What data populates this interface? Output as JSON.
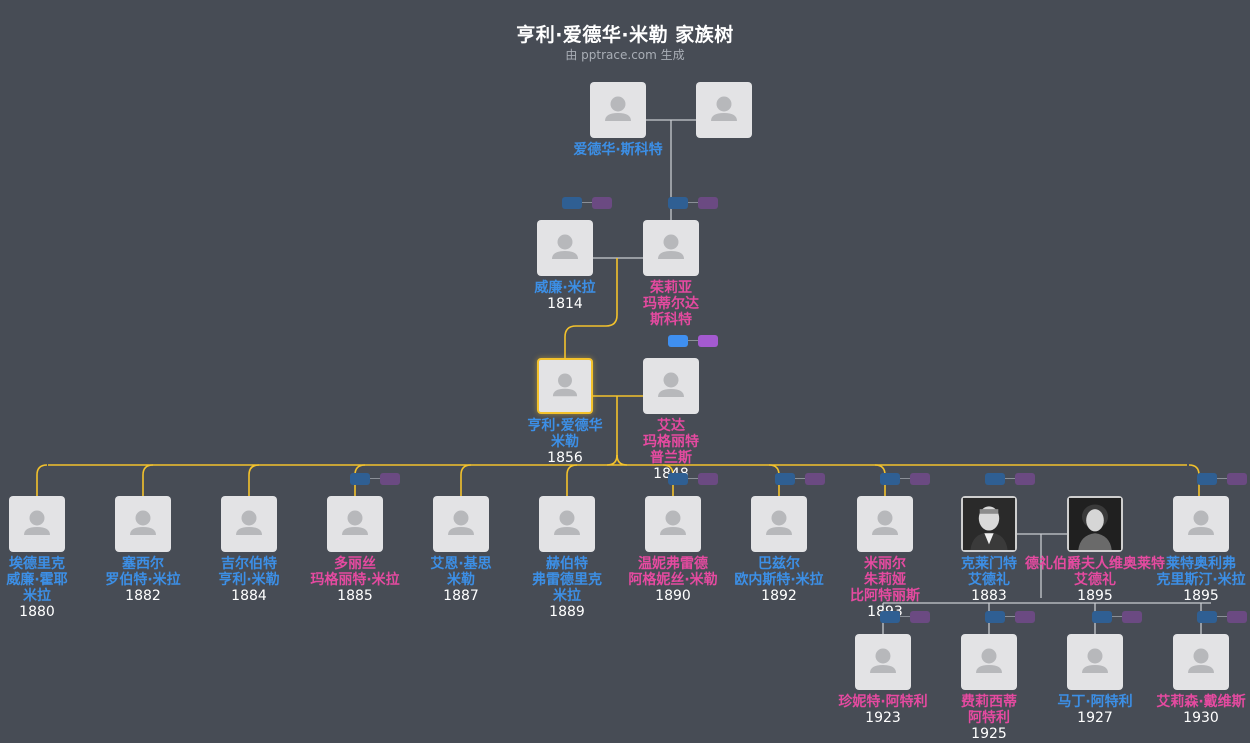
{
  "header": {
    "title": "亨利·爱德华·米勒 家族树",
    "subtitle": "由 pptrace.com 生成"
  },
  "colors": {
    "background": "#474c55",
    "male": "#3c8fe6",
    "female": "#e54aa0",
    "highlight_line": "#f3c22c",
    "line": "#c8cbd0"
  },
  "people": [
    {
      "id": "p1",
      "name": "爱德华·斯科特",
      "year": "",
      "gender": "m"
    },
    {
      "id": "p2",
      "name": "",
      "year": "",
      "gender": "f"
    },
    {
      "id": "p3",
      "name": "威廉·米拉",
      "year": "1814",
      "gender": "m"
    },
    {
      "id": "p4",
      "name": "茱莉亚\n玛蒂尔达\n斯科特",
      "year": "",
      "gender": "f"
    },
    {
      "id": "p5",
      "name": "亨利·爱德华\n米勒",
      "year": "1856",
      "gender": "m"
    },
    {
      "id": "p6",
      "name": "艾达\n玛格丽特\n普兰斯",
      "year": "1848",
      "gender": "f"
    },
    {
      "id": "c1",
      "name": "埃德里克\n威廉·霍耶\n米拉",
      "year": "1880",
      "gender": "m"
    },
    {
      "id": "c2",
      "name": "塞西尔\n罗伯特·米拉",
      "year": "1882",
      "gender": "m"
    },
    {
      "id": "c3",
      "name": "吉尔伯特\n亨利·米勒",
      "year": "1884",
      "gender": "m"
    },
    {
      "id": "c4",
      "name": "多丽丝\n玛格丽特·米拉",
      "year": "1885",
      "gender": "f"
    },
    {
      "id": "c5",
      "name": "艾恩·基思\n米勒",
      "year": "1887",
      "gender": "m"
    },
    {
      "id": "c6",
      "name": "赫伯特\n弗雷德里克\n米拉",
      "year": "1889",
      "gender": "m"
    },
    {
      "id": "c7",
      "name": "温妮弗雷德\n阿格妮丝·米勒",
      "year": "1890",
      "gender": "f"
    },
    {
      "id": "c8",
      "name": "巴兹尔\n欧内斯特·米拉",
      "year": "1892",
      "gender": "m"
    },
    {
      "id": "c9",
      "name": "米丽尔\n朱莉娅\n比阿特丽斯",
      "year": "1893",
      "gender": "f"
    },
    {
      "id": "s1",
      "name": "克莱门特\n艾德礼",
      "year": "1883",
      "gender": "m"
    },
    {
      "id": "s2",
      "name": "德礼伯爵夫人维奥莱特\n艾德礼",
      "year": "1895",
      "gender": "f"
    },
    {
      "id": "c10",
      "name": "莱特奥利弗\n克里斯汀·米拉",
      "year": "1895",
      "gender": "m"
    },
    {
      "id": "g1",
      "name": "珍妮特·阿特利",
      "year": "1923",
      "gender": "f"
    },
    {
      "id": "g2",
      "name": "费莉西蒂\n阿特利",
      "year": "1925",
      "gender": "f"
    },
    {
      "id": "g3",
      "name": "马丁·阿特利",
      "year": "1927",
      "gender": "m"
    },
    {
      "id": "g4",
      "name": "艾莉森·戴维斯",
      "year": "1930",
      "gender": "f"
    }
  ]
}
